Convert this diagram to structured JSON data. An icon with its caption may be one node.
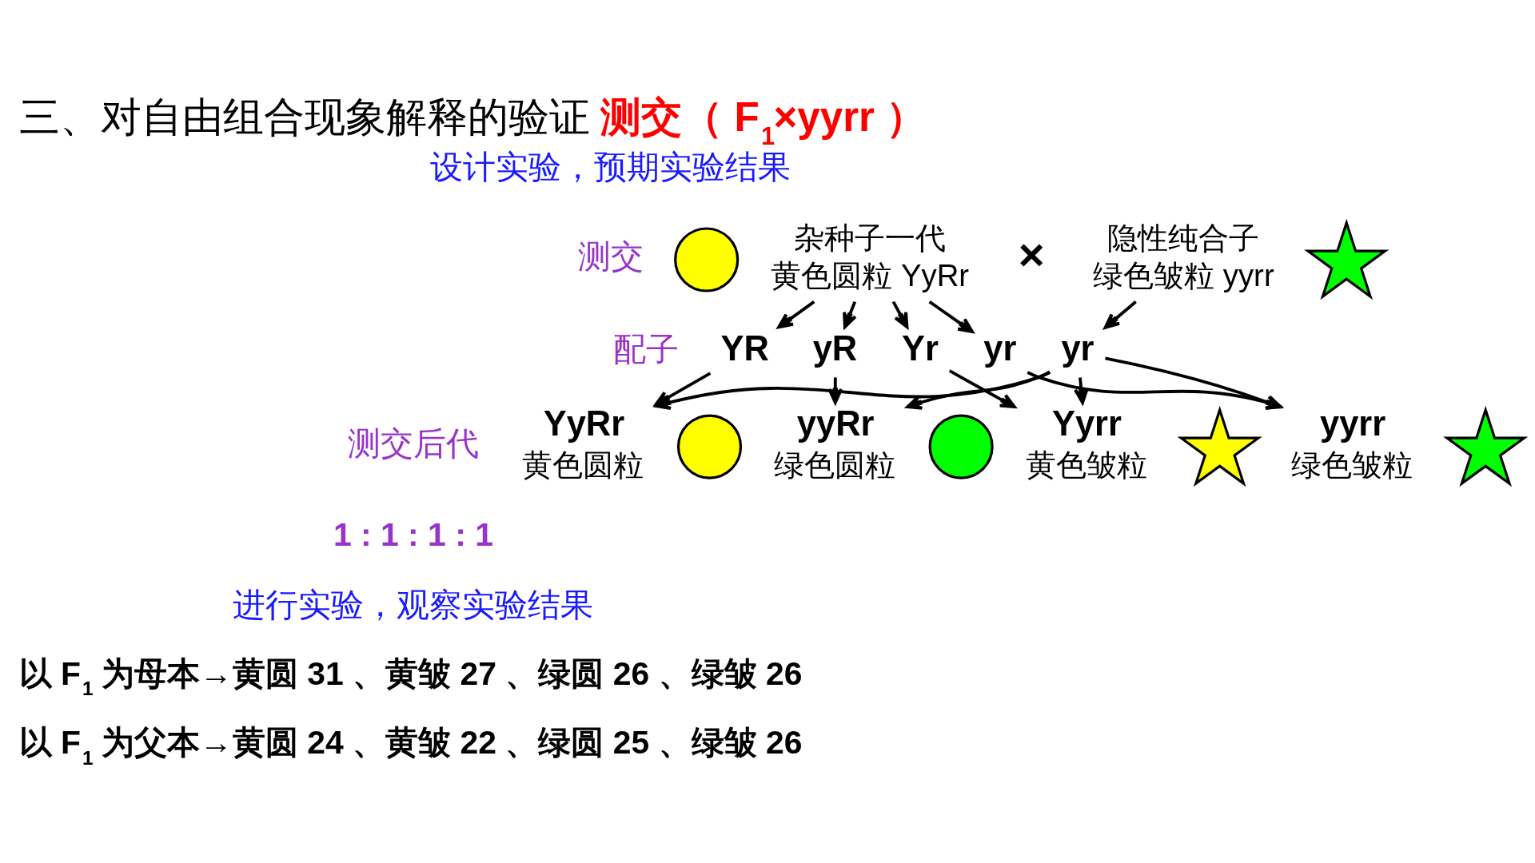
{
  "diagram": {
    "title": "三、对自由组合现象解释的验证 测交（ F$_{1}$×yyrr ）",
    "nodes": [
      {
        "text": [],
        "shape": "circle"
      },
      {
        "text": [
          "杂种子一代",
          "黄色圆粒 YyRr"
        ]
      },
      {
        "text": [
          "隐性纯合子",
          "绿色皱粒 yyrr"
        ]
      },
      {
        "text": [],
        "shape": "star"
      },
      {
        "text": [
          "YR"
        ]
      },
      {
        "text": [
          "yR"
        ]
      },
      {
        "text": [
          "Yr"
        ]
      },
      {
        "text": [
          "yr"
        ]
      },
      {
        "text": [
          "yr"
        ]
      },
      {
        "text": [
          "YyRr",
          "黄色圆粒"
        ]
      },
      {
        "text": [],
        "shape": "circle"
      },
      {
        "text": [
          "yyRr",
          "绿色圆粒"
        ]
      },
      {
        "text": [],
        "shape": "circle"
      },
      {
        "text": [
          "Yyrr",
          "黄色皱粒"
        ]
      },
      {
        "text": [],
        "shape": "star"
      },
      {
        "text": [
          "yyrr",
          "绿色皱粒"
        ]
      },
      {
        "text": [],
        "shape": "star"
      }
    ],
    "edges": [
      {
        "from": 1,
        "to": 4,
        "arrow": "to"
      },
      {
        "from": 1,
        "to": 5,
        "arrow": "to"
      },
      {
        "from": 1,
        "to": 6,
        "arrow": "to"
      },
      {
        "from": 1,
        "to": 8,
        "arrow": "to"
      },
      {
        "from": 2,
        "to": 7,
        "arrow": "to"
      },
      {
        "from": 4,
        "to": 9,
        "arrow": "to"
      },
      {
        "from": 5,
        "to": 11,
        "arrow": "to"
      },
      {
        "from": 6,
        "to": 13,
        "arrow": "to"
      },
      {
        "from": 8,
        "to": 15,
        "arrow": "to"
      },
      {
        "from": 7,
        "to": 9,
        "arrow": "to"
      },
      {
        "from": 7,
        "to": 11,
        "arrow": "to"
      },
      {
        "from": 7,
        "to": 13,
        "arrow": "to"
      },
      {
        "from": 7,
        "to": 15,
        "arrow": "to"
      }
    ],
    "labels": [
      "设计实验，预期实验结果",
      "测交",
      "×",
      "配子",
      "测交后代",
      "1 : 1 : 1 : 1",
      "进行实验，观察实验结果",
      "以 F$_{1}$ 为母本→黄圆 31 、黄皱 27 、绿圆 26 、绿皱 26",
      "以 F$_{1}$ 为父本→黄圆 24 、黄皱 22 、绿圆 25 、绿皱 26"
    ]
  }
}
